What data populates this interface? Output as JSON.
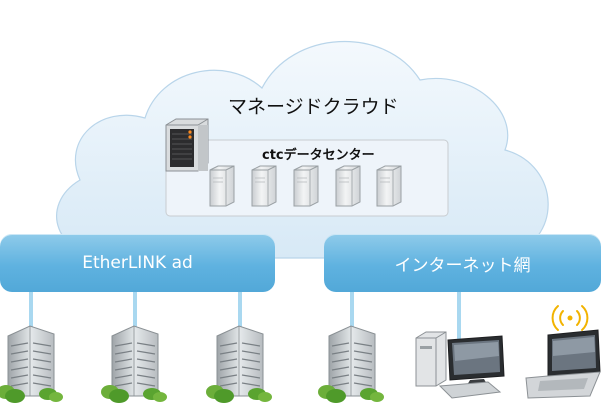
{
  "cloud": {
    "title": "マネージドクラウド"
  },
  "datacenter": {
    "label": "ctcデータセンター"
  },
  "networks": [
    {
      "label": "EtherLINK ad"
    },
    {
      "label": "インターネット網"
    }
  ]
}
